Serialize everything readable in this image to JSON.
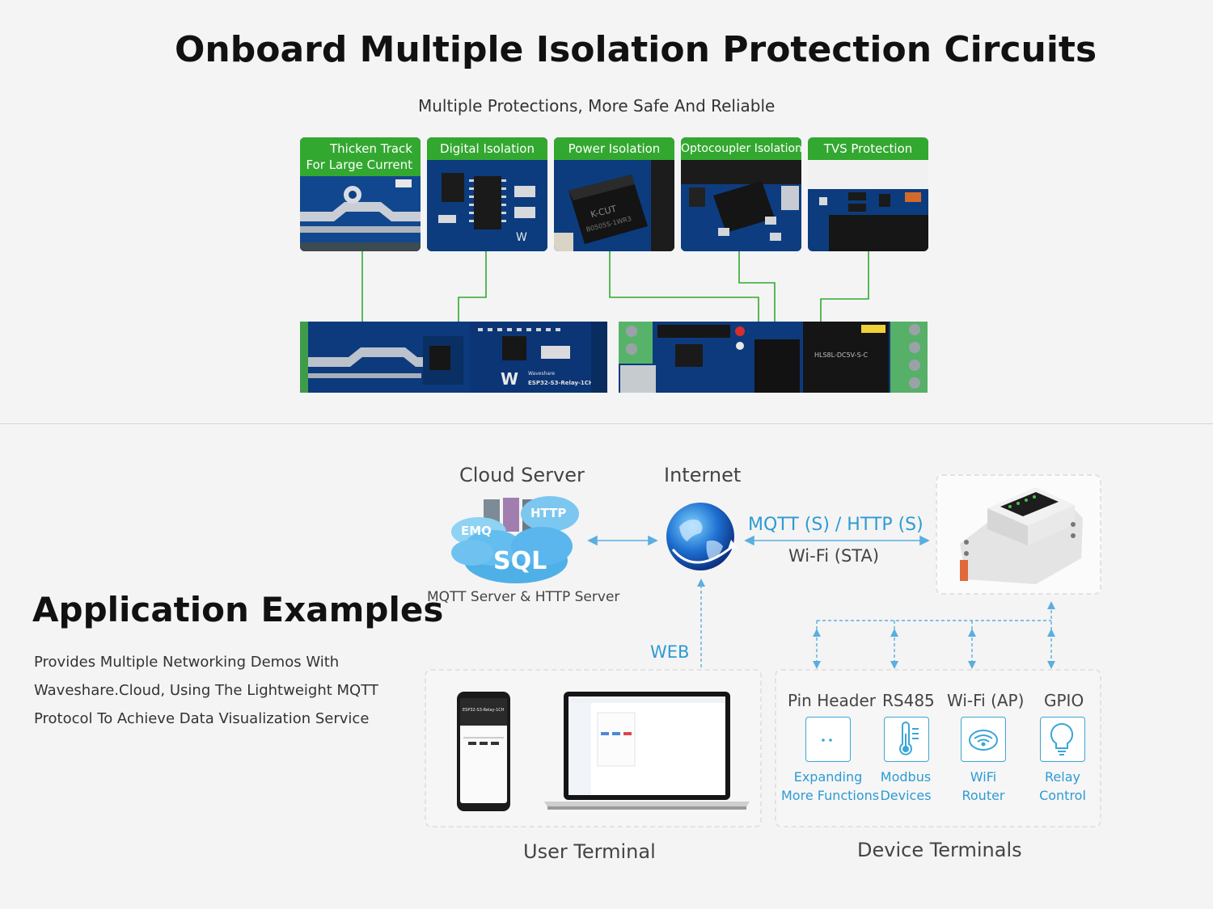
{
  "header": {
    "title": "Onboard Multiple Isolation Protection Circuits",
    "subtitle": "Multiple Protections, More Safe And Reliable"
  },
  "protections": [
    {
      "label": "Thicken Track\nFor Large Current"
    },
    {
      "label": "Digital Isolation"
    },
    {
      "label": "Power Isolation"
    },
    {
      "label": "Optocoupler Isolation"
    },
    {
      "label": "TVS Protection"
    }
  ],
  "board": {
    "brand": "Waveshare",
    "model": "ESP32-S3-Relay-1CH",
    "relay_text": "HLS8L-DC5V-S-C",
    "power_module": "K-CUT B0505S-1WR3"
  },
  "application": {
    "title": "Application Examples",
    "description": [
      "Provides Multiple Networking Demos With",
      "Waveshare.Cloud, Using The Lightweight MQTT",
      "Protocol To Achieve Data Visualization Service"
    ]
  },
  "diagram": {
    "cloud_server": "Cloud Server",
    "cloud_tags": {
      "emq": "EMQ",
      "http": "HTTP",
      "sql": "SQL"
    },
    "server_caption": "MQTT Server & HTTP Server",
    "internet": "Internet",
    "protocol": "MQTT (S) / HTTP (S)",
    "wifi_sta": "Wi-Fi (STA)",
    "web": "WEB",
    "user_terminal": "User Terminal",
    "device_terminals": "Device Terminals",
    "phone_title": "ESP32-S3-Relay-1CH",
    "interfaces": [
      {
        "name": "Pin Header",
        "line1": "Expanding",
        "line2": "More Functions",
        "icon": "pin-header-icon"
      },
      {
        "name": "RS485",
        "line1": "Modbus",
        "line2": "Devices",
        "icon": "thermometer-icon"
      },
      {
        "name": "Wi-Fi (AP)",
        "line1": "WiFi",
        "line2": "Router",
        "icon": "wifi-router-icon"
      },
      {
        "name": "GPIO",
        "line1": "Relay",
        "line2": "Control",
        "icon": "lightbulb-icon"
      }
    ]
  },
  "colors": {
    "green": "#33a830",
    "blue": "#2d9bd3",
    "pcb": "#0b3a78"
  }
}
